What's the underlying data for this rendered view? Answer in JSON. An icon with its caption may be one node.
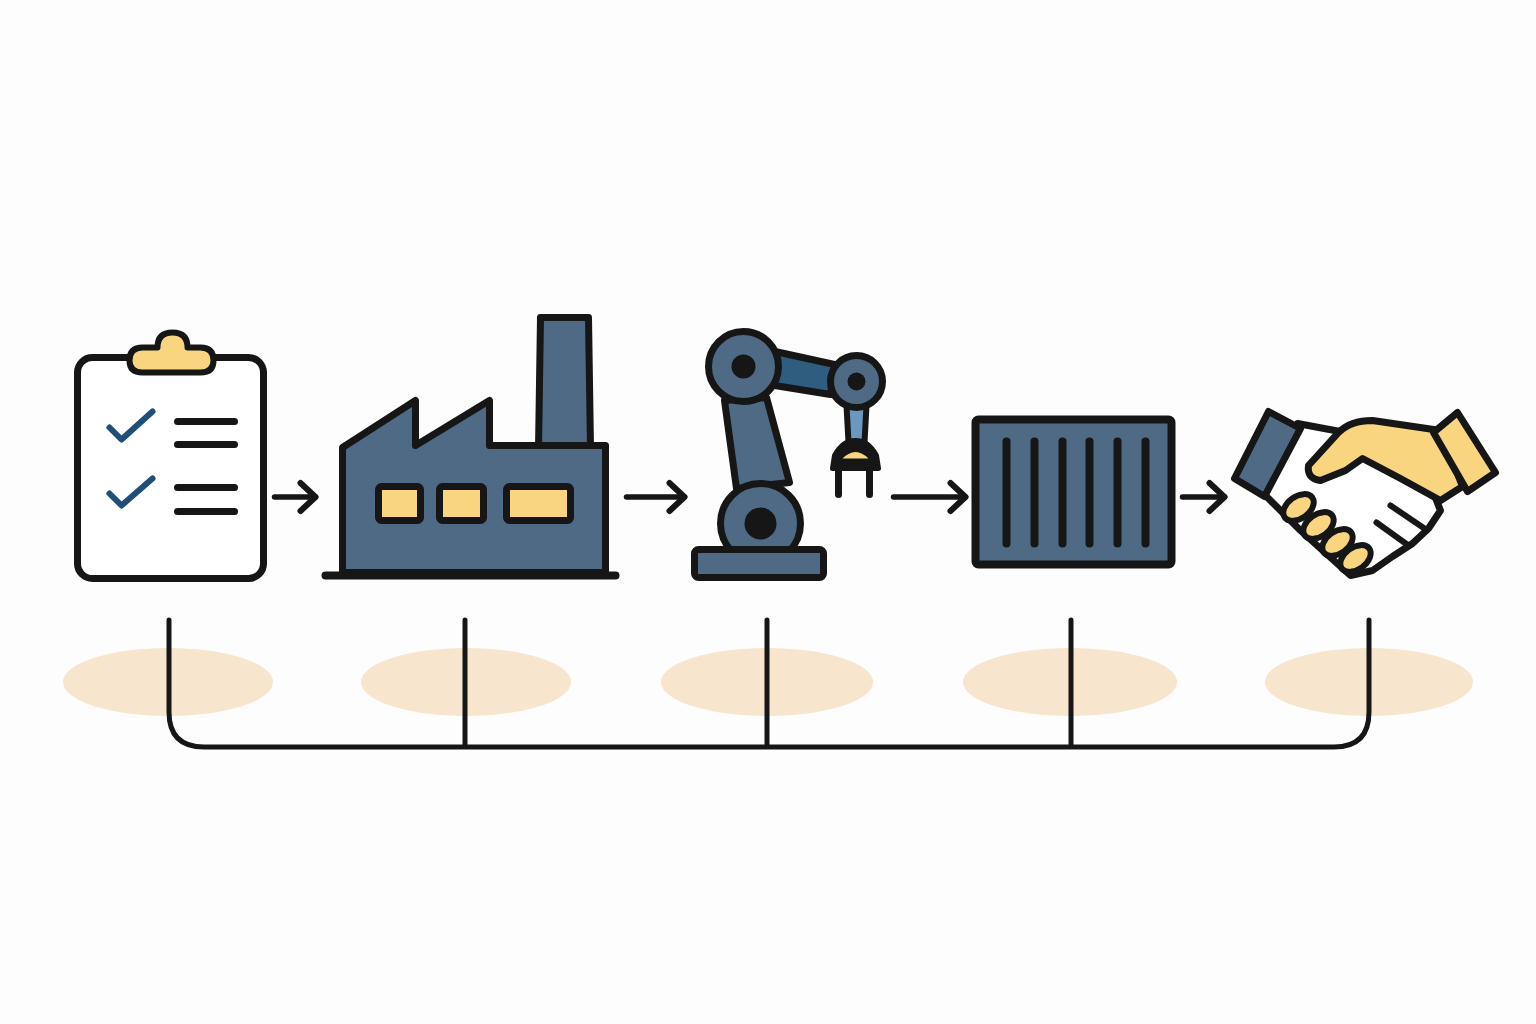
{
  "diagram": {
    "nodes": [
      {
        "text": [],
        "shape": "picture"
      },
      {
        "text": [],
        "shape": "picture"
      },
      {
        "text": [],
        "shape": "picture"
      },
      {
        "text": [],
        "shape": "picture"
      },
      {
        "text": [],
        "shape": "picture"
      },
      {
        "text": [],
        "shape": "ellipse"
      },
      {
        "text": [],
        "shape": "ellipse"
      },
      {
        "text": [],
        "shape": "ellipse"
      },
      {
        "text": [],
        "shape": "ellipse"
      },
      {
        "text": [],
        "shape": "ellipse"
      }
    ],
    "edges": [
      {
        "from": 0,
        "to": 1,
        "arrow": "to"
      },
      {
        "from": 1,
        "to": 2,
        "arrow": "to"
      },
      {
        "from": 2,
        "to": 3,
        "arrow": "to"
      },
      {
        "from": 3,
        "to": 4,
        "arrow": "to"
      }
    ]
  }
}
